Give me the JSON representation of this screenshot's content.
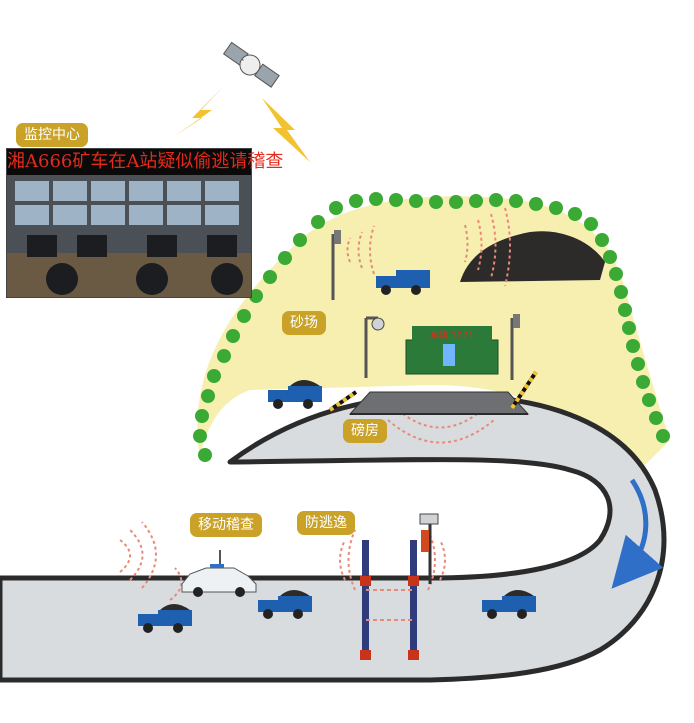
{
  "labels": {
    "monitor_center": "监控中心",
    "sand_yard": "砂场",
    "weigh_house": "磅房",
    "mobile_inspection": "移动稽查",
    "anti_escape": "防逃逸"
  },
  "monitor_ticker": "湘A666矿车在A站疑似偷逃请稽查",
  "colors": {
    "yard_fill": "#f6efb0",
    "road": "#d9dcdf",
    "road_edge": "#2b2b2b",
    "bush": "#3aaa35",
    "label_bg": "#c9a227",
    "truck": "#1f5fb0",
    "signal_wave": "#e88a7a",
    "lightning": "#f2c230",
    "arrow": "#2f6fc8"
  },
  "icons": [
    "satellite-icon",
    "lightning-icon",
    "truck-icon",
    "police-car-icon",
    "camera-icon",
    "antenna-icon",
    "sand-pile-icon"
  ]
}
